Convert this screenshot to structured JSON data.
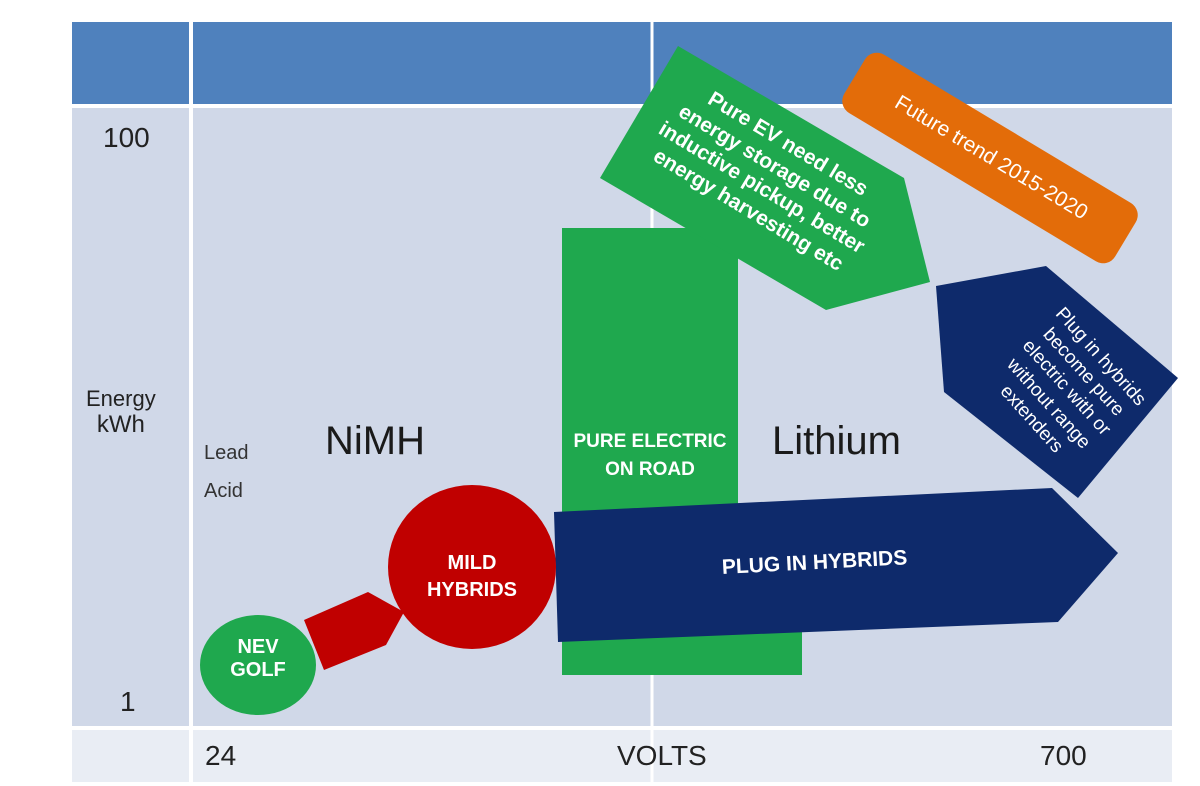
{
  "axes": {
    "y_top": "100",
    "y_bottom": "1",
    "y_label_line1": "Energy",
    "y_label_line2": "kWh",
    "x_left": "24",
    "x_mid": "VOLTS",
    "x_right": "700"
  },
  "regions": {
    "lead_line1": "Lead",
    "lead_line2": "Acid",
    "nimh": "NiMH",
    "lithium": "Lithium"
  },
  "shapes": {
    "nev_golf_line1": "NEV",
    "nev_golf_line2": "GOLF",
    "mild_hybrids_line1": "MILD",
    "mild_hybrids_line2": "HYBRIDS",
    "pure_electric_line1": "PURE ELECTRIC",
    "pure_electric_line2": "ON ROAD",
    "plug_in_hybrids": "PLUG IN HYBRIDS",
    "pure_ev_callout": [
      "Pure EV need less",
      "energy storage due to",
      "inductive pickup, better",
      "energy harvesting  etc"
    ],
    "future_trend": "Future trend  2015-2020",
    "plug_in_future": [
      "Plug in hybrids",
      "become pure",
      "electric with or",
      "without range",
      "extenders"
    ]
  },
  "colors": {
    "header_blue": "#4f81bd",
    "plot_bg": "#d0d8e8",
    "axis_band": "#e9edf4",
    "green": "#1fa84e",
    "red": "#c00000",
    "navy": "#0e2a6b",
    "orange": "#e36c09",
    "grid_line": "#ffffff"
  }
}
